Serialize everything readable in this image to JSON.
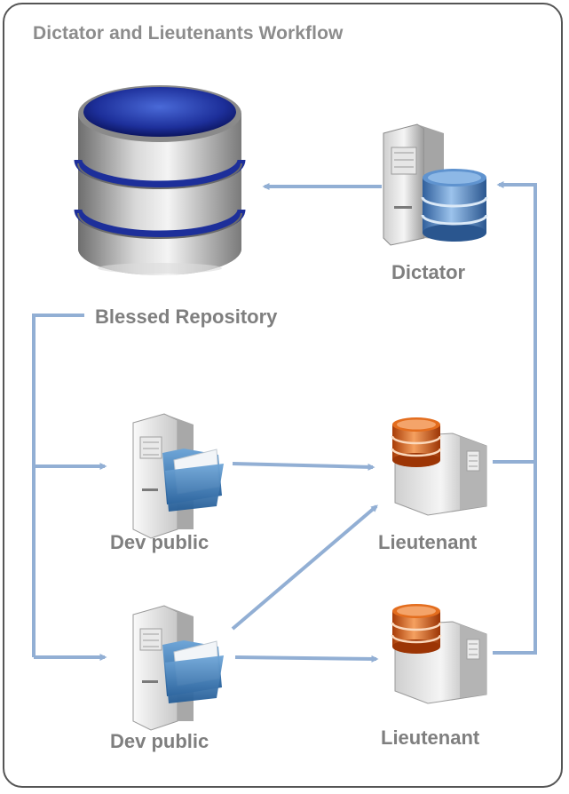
{
  "title": "Dictator and Lieutenants Workflow",
  "colors": {
    "arrow": "#92afd4",
    "label": "#7f7f7f",
    "title": "#8c8c8c",
    "frame": "#555555"
  },
  "nodes": {
    "blessed": {
      "label": "Blessed Repository",
      "icon": "database-icon"
    },
    "dictator": {
      "label": "Dictator",
      "icon": "server-database-icon"
    },
    "dev1": {
      "label": "Dev public",
      "icon": "server-folder-icon"
    },
    "dev2": {
      "label": "Dev public",
      "icon": "server-folder-icon"
    },
    "lt1": {
      "label": "Lieutenant",
      "icon": "server-database-icon"
    },
    "lt2": {
      "label": "Lieutenant",
      "icon": "server-database-icon"
    }
  }
}
